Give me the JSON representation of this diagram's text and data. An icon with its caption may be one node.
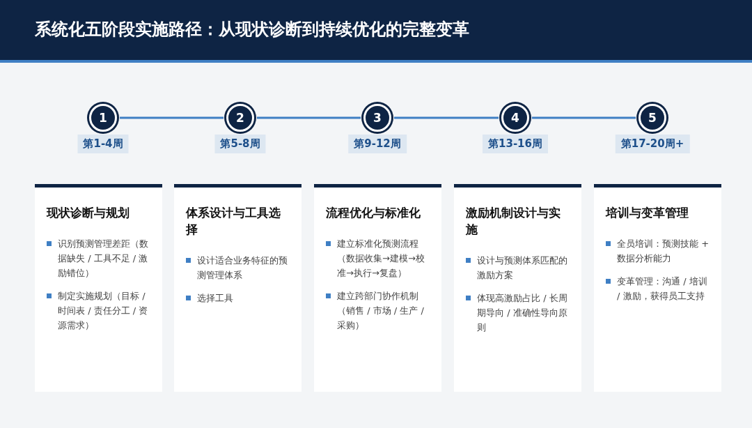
{
  "diagram": {
    "title": "系统化五阶段实施路径：从现状诊断到持续优化的完整变革",
    "nodes": [
      {
        "text": [
          "1"
        ],
        "beside": [
          "第1-4周"
        ]
      },
      {
        "text": [
          "2"
        ],
        "beside": [
          "第5-8周"
        ]
      },
      {
        "text": [
          "3"
        ],
        "beside": [
          "第9-12周"
        ]
      },
      {
        "text": [
          "4"
        ],
        "beside": [
          "第13-16周"
        ]
      },
      {
        "text": [
          "5"
        ],
        "beside": [
          "第17-20周+"
        ]
      },
      {
        "text": [
          "现状诊断与规划",
          "识别预测管理差距（数据缺失 / 工具不足 / 激励错位）",
          "制定实施规划（目标 / 时间表 / 责任分工 / 资源需求）"
        ]
      },
      {
        "text": [
          "体系设计与工具选择",
          "设计适合业务特征的预测管理体系",
          "选择工具"
        ]
      },
      {
        "text": [
          "流程优化与标准化",
          "建立标准化预测流程（数据收集→建模→校准→执行→复盘）",
          "建立跨部门协作机制（销售 / 市场 / 生产 / 采购）"
        ]
      },
      {
        "text": [
          "激励机制设计与实施",
          "设计与预测体系匹配的激励方案",
          "体现高激励占比 / 长周期导向 / 准确性导向原则"
        ]
      },
      {
        "text": [
          "培训与变革管理",
          "全员培训：预测技能 + 数据分析能力",
          "变革管理：沟通 / 培训 / 激励，获得员工支持"
        ]
      }
    ],
    "edges": [
      {
        "from": 0,
        "to": 1,
        "arrow": "none"
      },
      {
        "from": 1,
        "to": 2,
        "arrow": "none"
      },
      {
        "from": 2,
        "to": 3,
        "arrow": "none"
      },
      {
        "from": 3,
        "to": 4,
        "arrow": "none"
      }
    ]
  }
}
